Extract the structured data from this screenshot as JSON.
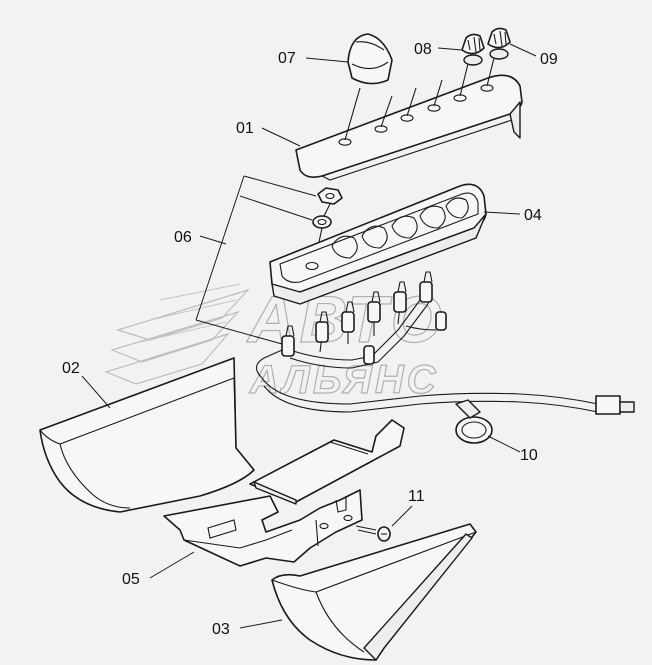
{
  "labels": {
    "p01": "01",
    "p02": "02",
    "p03": "03",
    "p04": "04",
    "p05": "05",
    "p06": "06",
    "p07": "07",
    "p08": "08",
    "p09": "09",
    "p10": "10",
    "p11": "11"
  },
  "watermark": {
    "line1": "АВТО",
    "line2": "АЛЬЯНС"
  }
}
